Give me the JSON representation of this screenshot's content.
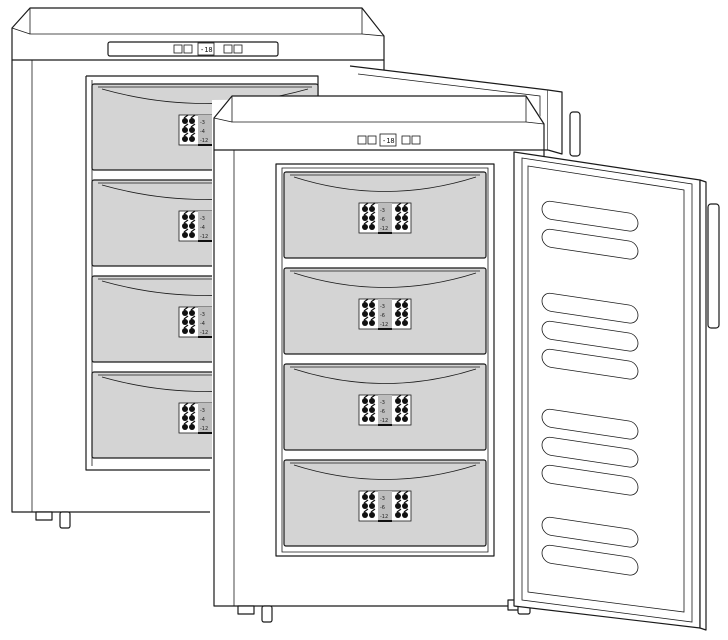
{
  "diagram": {
    "freezers": [
      {
        "id": "rear",
        "display": "-18",
        "drawers": [
          {
            "ratings": [
              "-3",
              "-4",
              "-12"
            ]
          },
          {
            "ratings": [
              "-3",
              "-4",
              "-12"
            ]
          },
          {
            "ratings": [
              "-3",
              "-4",
              "-12"
            ]
          },
          {
            "ratings": [
              "-3",
              "-4",
              "-12"
            ]
          }
        ]
      },
      {
        "id": "front",
        "display": "-18",
        "drawers": [
          {
            "ratings": [
              "-3",
              "-6",
              "-12"
            ]
          },
          {
            "ratings": [
              "-3",
              "-6",
              "-12"
            ]
          },
          {
            "ratings": [
              "-3",
              "-6",
              "-12"
            ]
          },
          {
            "ratings": [
              "-3",
              "-6",
              "-12"
            ]
          }
        ]
      }
    ],
    "colors": {
      "line": "#1a1a1a",
      "drawer_fill": "#d4d4d4",
      "background": "#ffffff"
    },
    "icons": [
      "meat-icon",
      "fish-icon",
      "vegetable-icon",
      "poultry-icon",
      "fruit-icon",
      "bread-icon"
    ]
  }
}
